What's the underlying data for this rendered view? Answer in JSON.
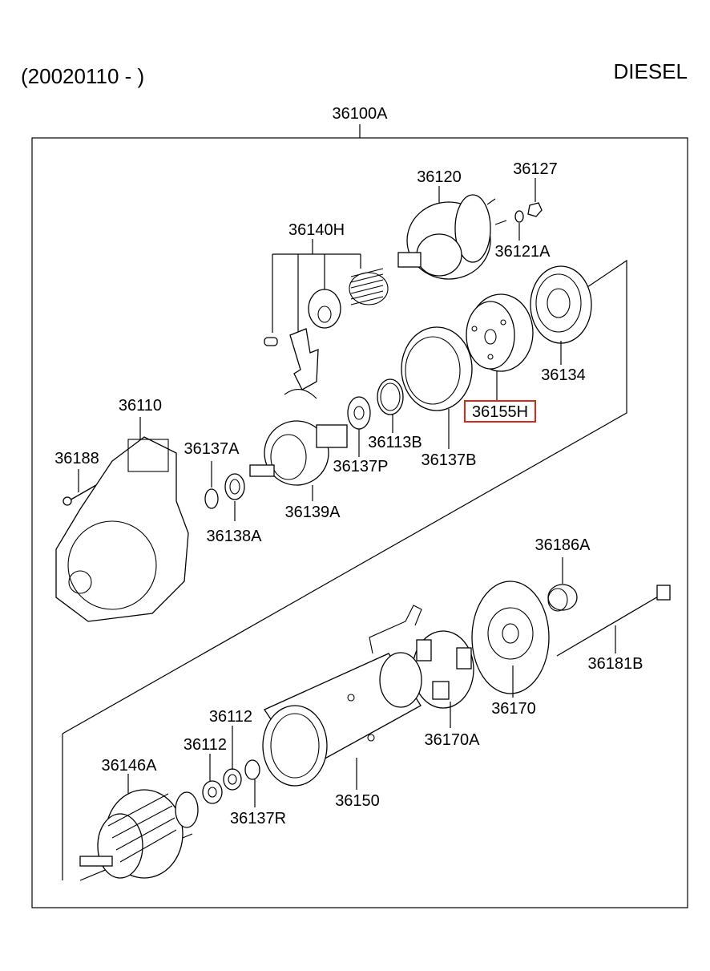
{
  "header": {
    "date_range": "(20020110 - )",
    "engine_type": "DIESEL"
  },
  "assembly": {
    "code": "36100A"
  },
  "highlight": {
    "color": "#d9271c"
  },
  "parts": {
    "p36120": "36120",
    "p36127": "36127",
    "p36121A": "36121A",
    "p36140H": "36140H",
    "p36134": "36134",
    "p36155H": "36155H",
    "p36110": "36110",
    "p36137A": "36137A",
    "p36188": "36188",
    "p36113B": "36113B",
    "p36137P": "36137P",
    "p36137B": "36137B",
    "p36138A": "36138A",
    "p36139A": "36139A",
    "p36186A": "36186A",
    "p36181B": "36181B",
    "p36170": "36170",
    "p36112a": "36112",
    "p36112b": "36112",
    "p36170A": "36170A",
    "p36146A": "36146A",
    "p36150": "36150",
    "p36137R": "36137R"
  }
}
